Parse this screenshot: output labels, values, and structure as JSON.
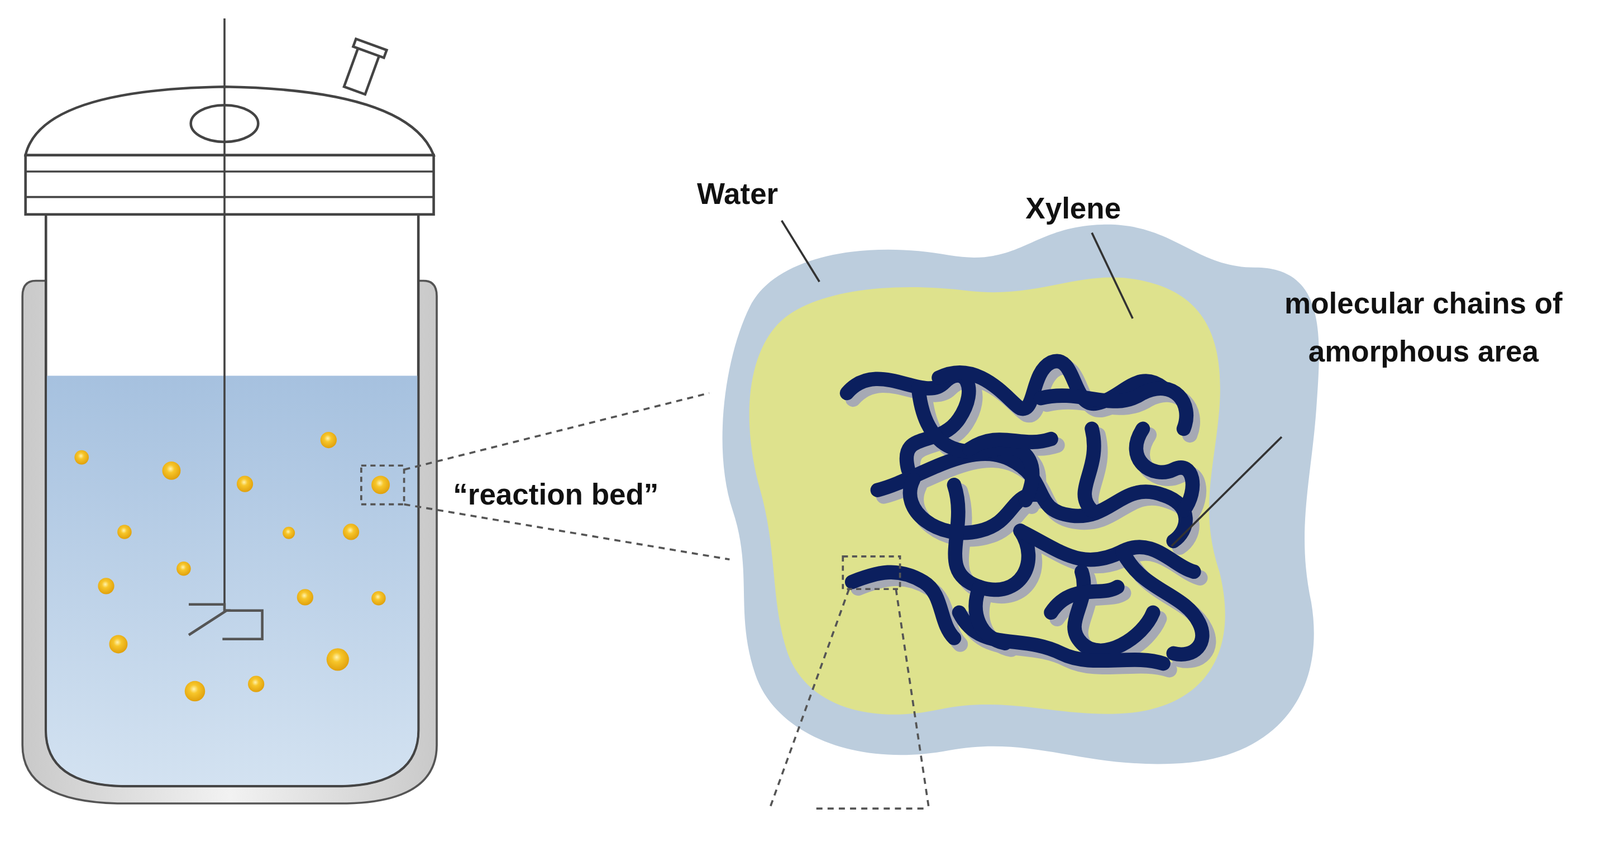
{
  "diagram": {
    "labels": [
      "Water",
      "Xylene",
      "molecular chains of amorphous area",
      "“reaction bed”"
    ]
  }
}
